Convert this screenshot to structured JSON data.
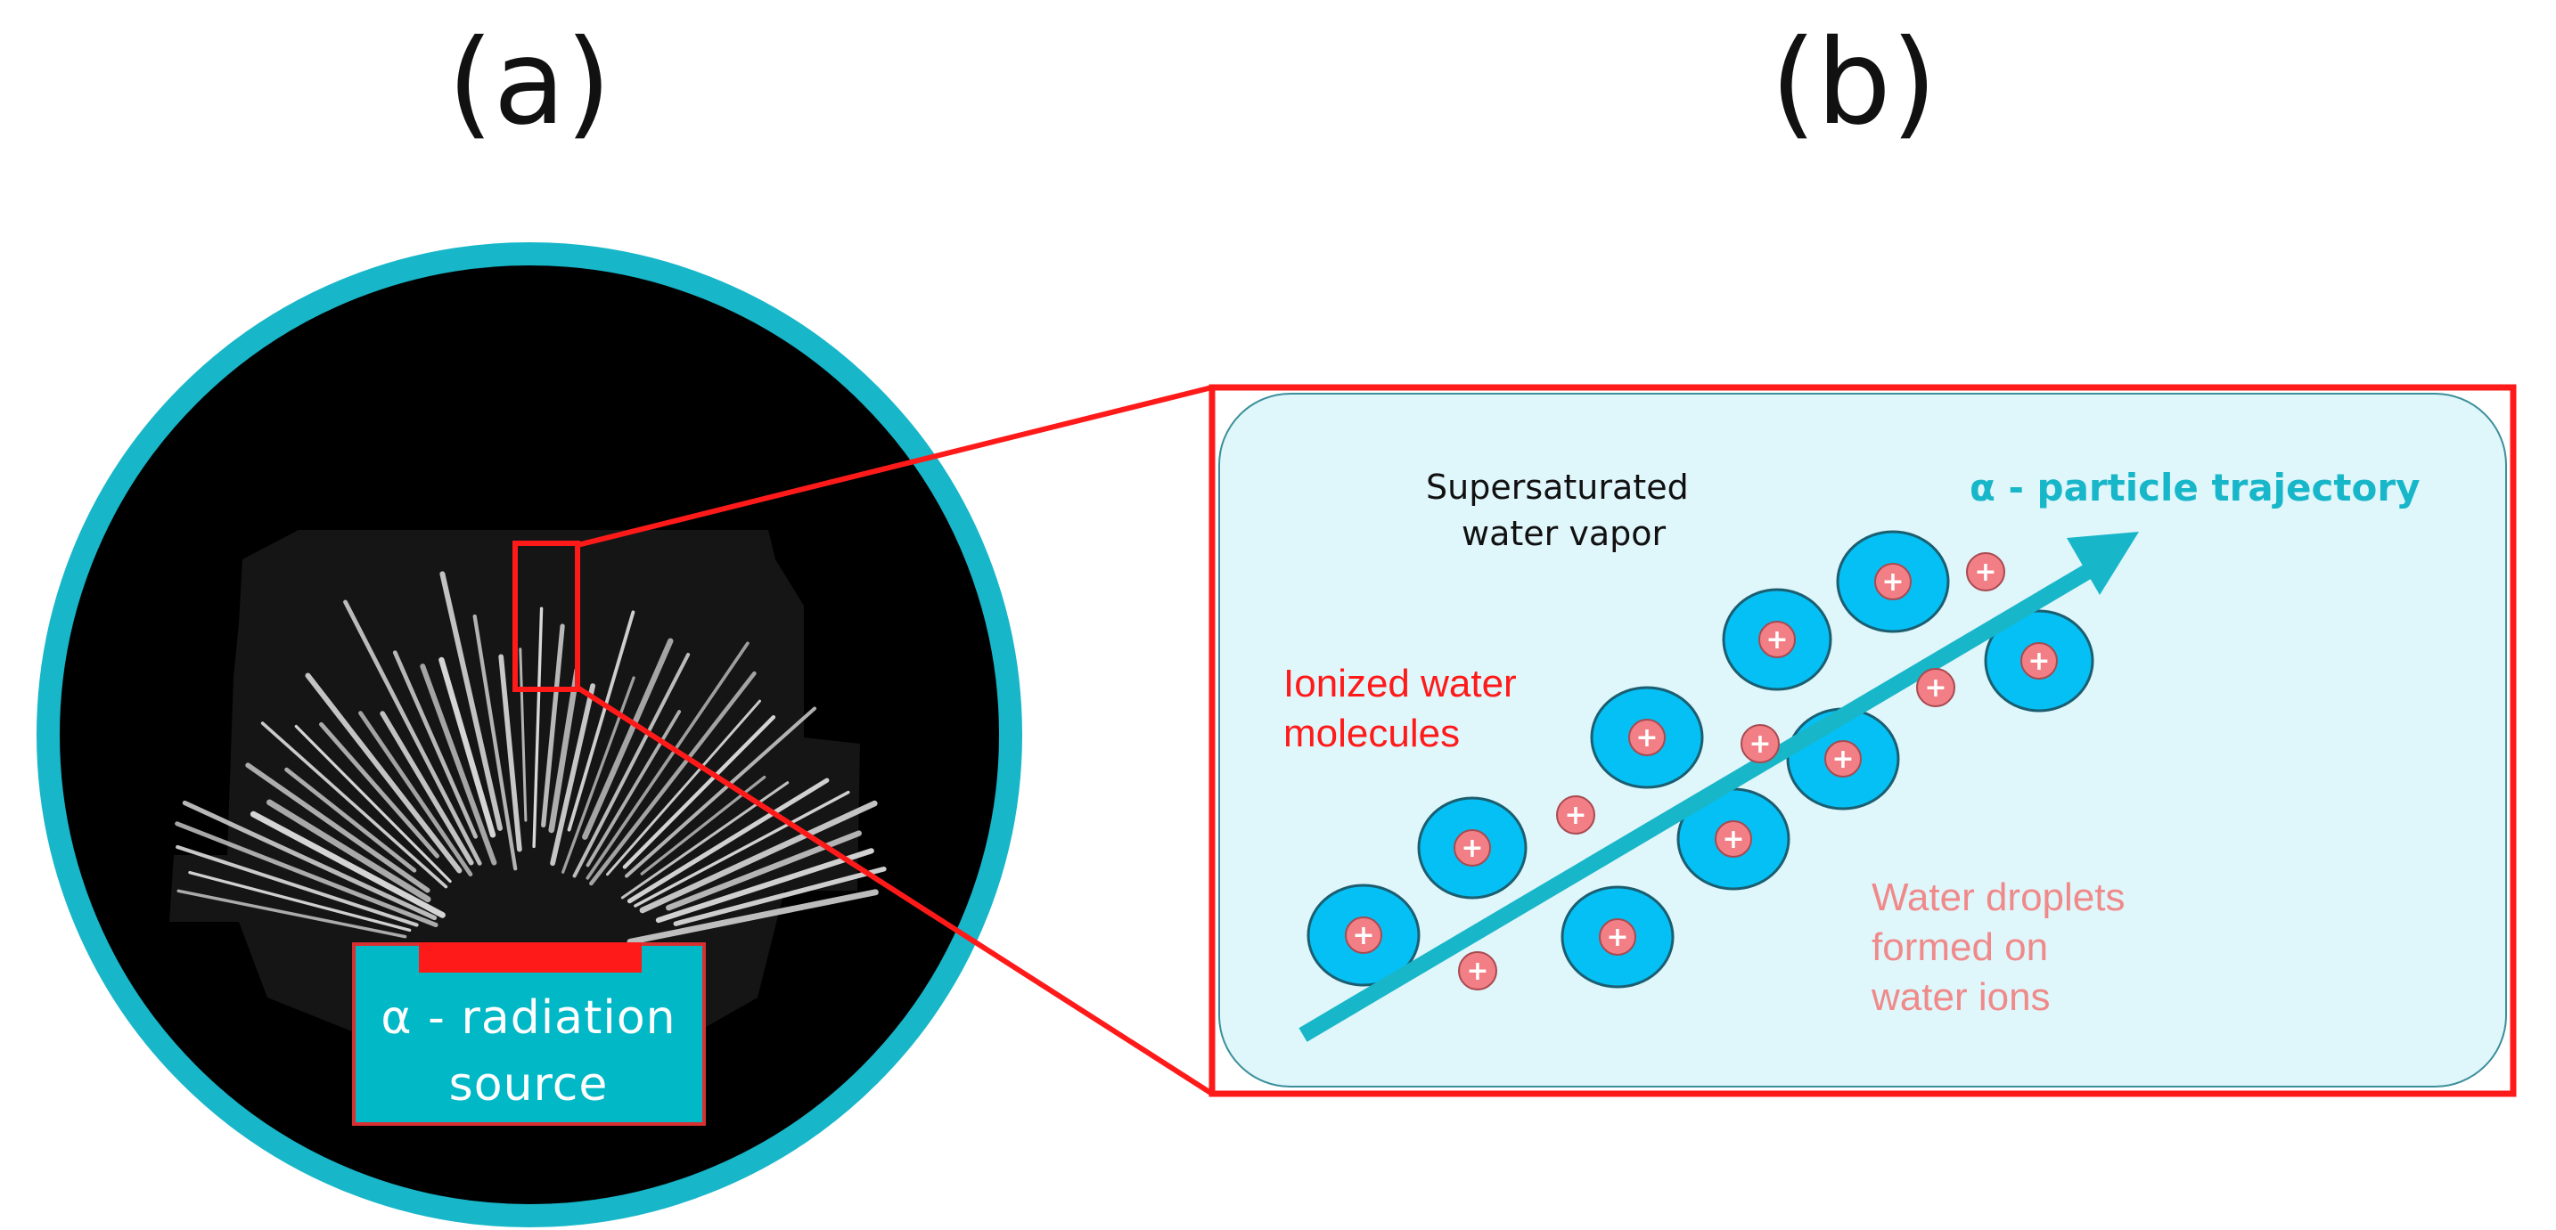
{
  "panel_a": {
    "label": "(a)",
    "source_label_line1": "α - radiation",
    "source_label_line2": "source"
  },
  "panel_b": {
    "label": "(b)",
    "vapor_label_line1": "Supersaturated",
    "vapor_label_line2": "water vapor",
    "ion_label_line1": "Ionized water",
    "ion_label_line2": "molecules",
    "trajectory_label": "α - particle trajectory",
    "droplet_label_line1": "Water droplets",
    "droplet_label_line2": "formed on",
    "droplet_label_line3": "water ions",
    "plus_symbol": "+"
  },
  "colors": {
    "teal": "#18b6c9",
    "red": "#ff1a1a",
    "droplet_blue": "#05c0f5",
    "ion_pink": "#f27f85",
    "panel_bg": "#dff6fb",
    "chamber_black": "#000000"
  }
}
